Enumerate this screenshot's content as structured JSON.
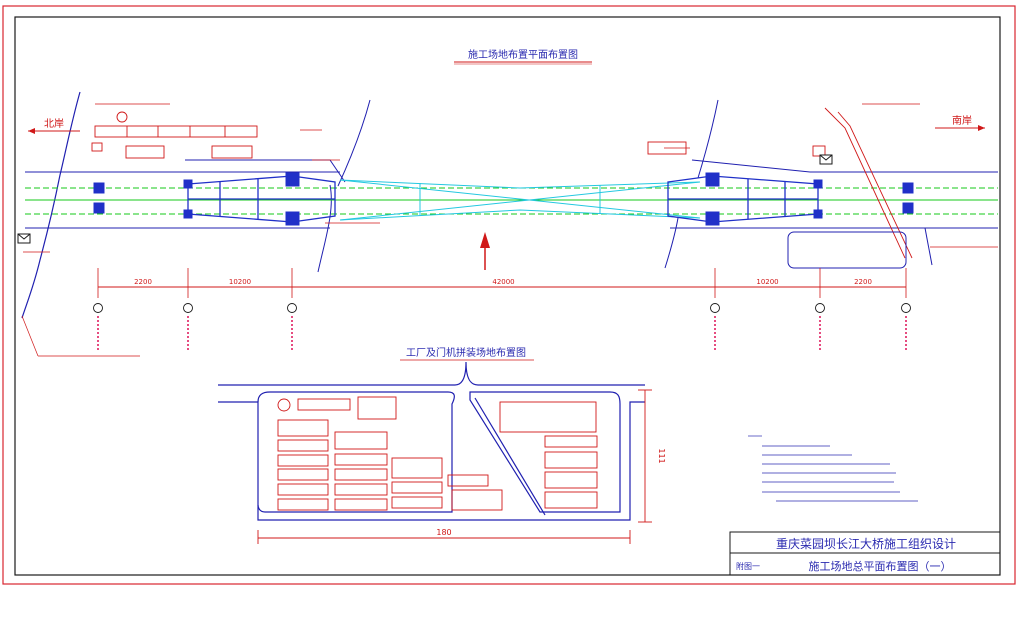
{
  "colors": {
    "outer_frame": "#d8262f",
    "inner_frame": "#1a1a1a",
    "bridge": "#2030c8",
    "road": "#2020b0",
    "cyan": "#24c8e0",
    "green": "#14c818",
    "dims": "#d01818",
    "axis": "#e02060",
    "site": "#2020b0",
    "text": "#2b2bb0"
  },
  "drawing": {
    "main_title": "施工场地布置平面布置图",
    "north_bank": "北岸",
    "south_bank": "南岸",
    "north_arrow_icon": "north-arrow-icon",
    "site_plan_title": "工厂及门机拼装场地布置图"
  },
  "dimensions": {
    "spans": [
      "2200",
      "10200",
      "42000",
      "10200",
      "2200"
    ],
    "height": "111",
    "width": "180"
  },
  "title_block": {
    "project": "重庆菜园坝长江大桥施工组织设计",
    "drawing_name": "施工场地总平面布置图（一）",
    "figure_label": "附图一"
  }
}
